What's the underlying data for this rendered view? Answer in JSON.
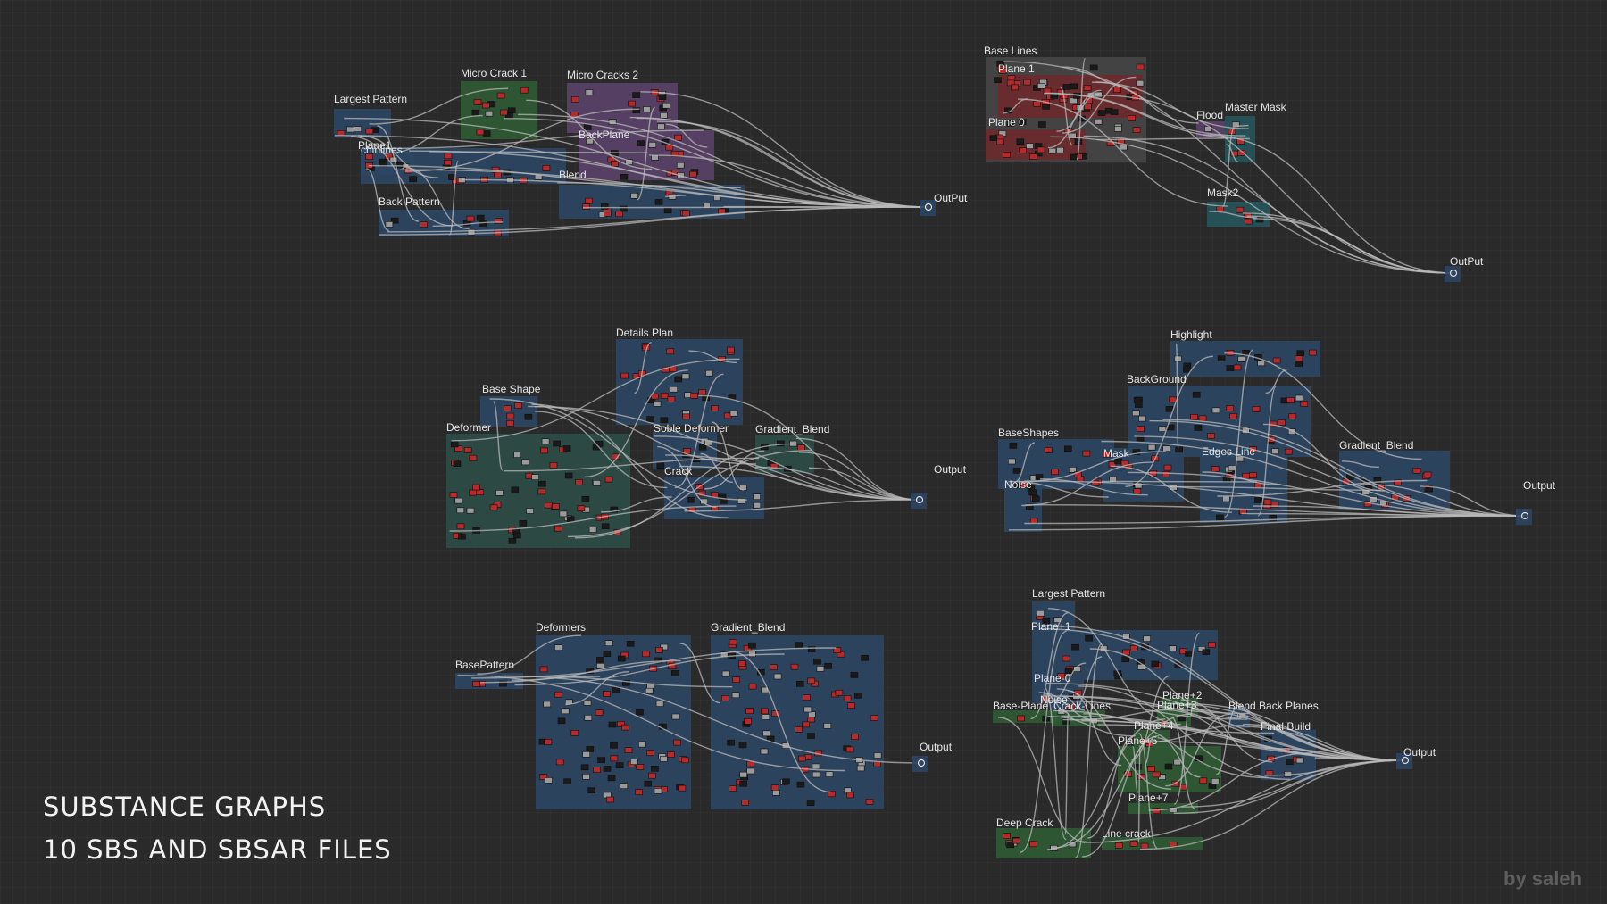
{
  "title": {
    "line1": "SUBSTANCE GRAPHS",
    "line2": "10 SBS AND SBSAR FILES"
  },
  "credit": "by saleh",
  "colors": {
    "background": "#2a2a2a",
    "frame_blue": "#2c4562",
    "frame_green": "#2f5a34",
    "frame_purple": "#594268",
    "frame_red": "#6b2a2c",
    "frame_teal": "#24545a",
    "frame_dark_green": "#2d4c45",
    "frame_gray": "#454545",
    "wire": "#b9b9b9",
    "node_red": "#b52a2a",
    "node_gray": "#9a9a9a"
  },
  "graphs": [
    {
      "name": "graph-1",
      "frames": [
        "Largest Pattern",
        "Micro Crack 1",
        "Micro Cracks 2",
        "BackPlane",
        "Plane1",
        "chinlines",
        "Blend",
        "Back Pattern"
      ],
      "output": "OutPut"
    },
    {
      "name": "graph-2",
      "frames": [
        "Base Lines",
        "Plane 1",
        "Plane 0",
        "Flood",
        "Master Mask",
        "Mask2"
      ],
      "output": "OutPut"
    },
    {
      "name": "graph-3",
      "frames": [
        "Details Plan",
        "Base Shape",
        "Deformer",
        "Soble Deformer",
        "Gradient_Blend",
        "Crack"
      ],
      "output": "Output"
    },
    {
      "name": "graph-4",
      "frames": [
        "Highlight",
        "BackGround",
        "BaseShapes",
        "Mask",
        "Edges Line",
        "Noise",
        "Gradient_Blend"
      ],
      "output": "Output"
    },
    {
      "name": "graph-5",
      "frames": [
        "BasePattern",
        "Deformers",
        "Gradient_Blend"
      ],
      "output": "Output"
    },
    {
      "name": "graph-6",
      "frames": [
        "Largest Pattern",
        "Plane+1",
        "Plane-0",
        "Noise",
        "Base-Plane",
        "Crack-Lines",
        "Plane+2",
        "Plane+3",
        "Plane+4",
        "Plane+5",
        "Blend Back Planes",
        "Final Build",
        "Plane+7",
        "Deep Crack",
        "Line crack"
      ],
      "output": "Output"
    }
  ]
}
